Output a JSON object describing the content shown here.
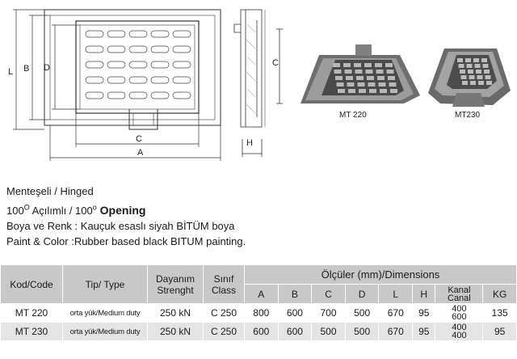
{
  "drawing": {
    "dim_labels": {
      "A": "A",
      "B": "B",
      "C": "C",
      "D": "D",
      "L": "L",
      "C_side": "C",
      "H": "H"
    },
    "photo_labels": [
      "MT 220",
      "MT230"
    ]
  },
  "info": {
    "hinged": "Menteşeli / Hinged",
    "opening_prefix": "100",
    "opening_deg1": "O",
    "opening_mid": " Açılımlı / 100",
    "opening_deg2": "o",
    "opening_word": " Opening",
    "paint_tr": "Boya ve Renk : Kauçuk esaslı siyah BİTÜM  boya",
    "paint_en": "Paint & Color :Rubber based black BITUM painting."
  },
  "table": {
    "headers": {
      "code": "Kod/Code",
      "type": "Tip/ Type",
      "strength1": "Dayanım",
      "strength2": "Strenght",
      "class1": "Sınıf",
      "class2": "Class",
      "dims": "Ölçüler (mm)/Dimensions",
      "A": "A",
      "B": "B",
      "C": "C",
      "D": "D",
      "L": "L",
      "H": "H",
      "canal1": "Kanal",
      "canal2": "Canal",
      "kg": "KG"
    },
    "rows": [
      {
        "code": "MT 220",
        "type": "orta yük/Medium duty",
        "strength": "250 kN",
        "class": "C 250",
        "A": "800",
        "B": "600",
        "C": "700",
        "D": "500",
        "L": "670",
        "H": "95",
        "canal1": "400",
        "canal2": "600",
        "kg": "135"
      },
      {
        "code": "MT 230",
        "type": "orta yük/Medium duty",
        "strength": "250 kN",
        "class": "C 250",
        "A": "600",
        "B": "600",
        "C": "500",
        "D": "500",
        "L": "670",
        "H": "95",
        "canal1": "400",
        "canal2": "400",
        "kg": "95"
      }
    ]
  }
}
